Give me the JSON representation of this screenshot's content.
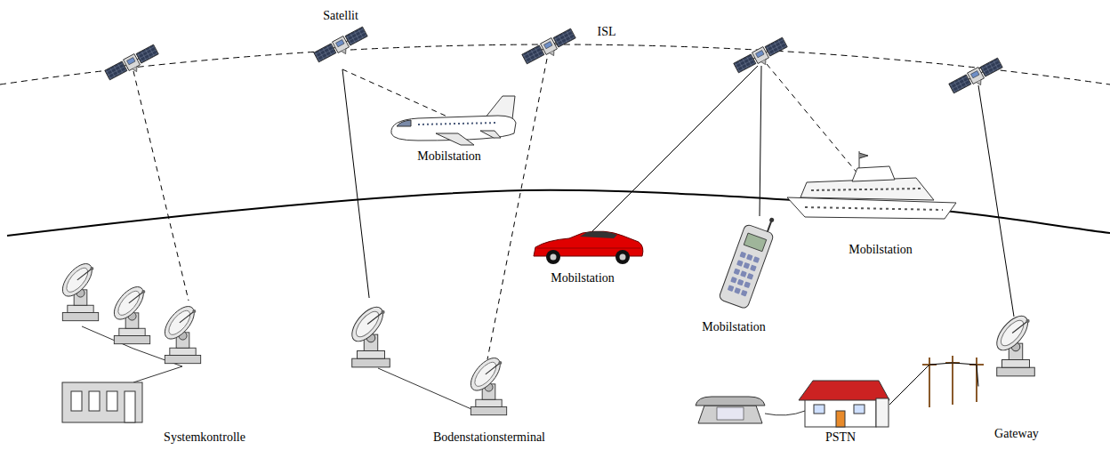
{
  "diagram": {
    "nodes": [
      {
        "text": [
          "Satellit"
        ]
      },
      {
        "text": [
          "Mobilstation"
        ]
      },
      {
        "text": [
          "Mobilstation"
        ]
      },
      {
        "text": [
          "Mobilstation"
        ]
      },
      {
        "text": [
          "Mobilstation"
        ]
      },
      {
        "text": [
          "Systemkontrolle"
        ]
      },
      {
        "text": [
          "Bodenstationsterminal"
        ]
      },
      {
        "text": [
          "PSTN"
        ]
      },
      {
        "text": [
          "Gateway"
        ]
      }
    ],
    "edges": [
      {
        "from": 0,
        "to": 1,
        "arrow": "none"
      },
      {
        "from": 0,
        "to": 6,
        "arrow": "none"
      },
      {
        "from": 7,
        "to": 8,
        "arrow": "none"
      }
    ],
    "labels": [
      "ISL"
    ]
  }
}
